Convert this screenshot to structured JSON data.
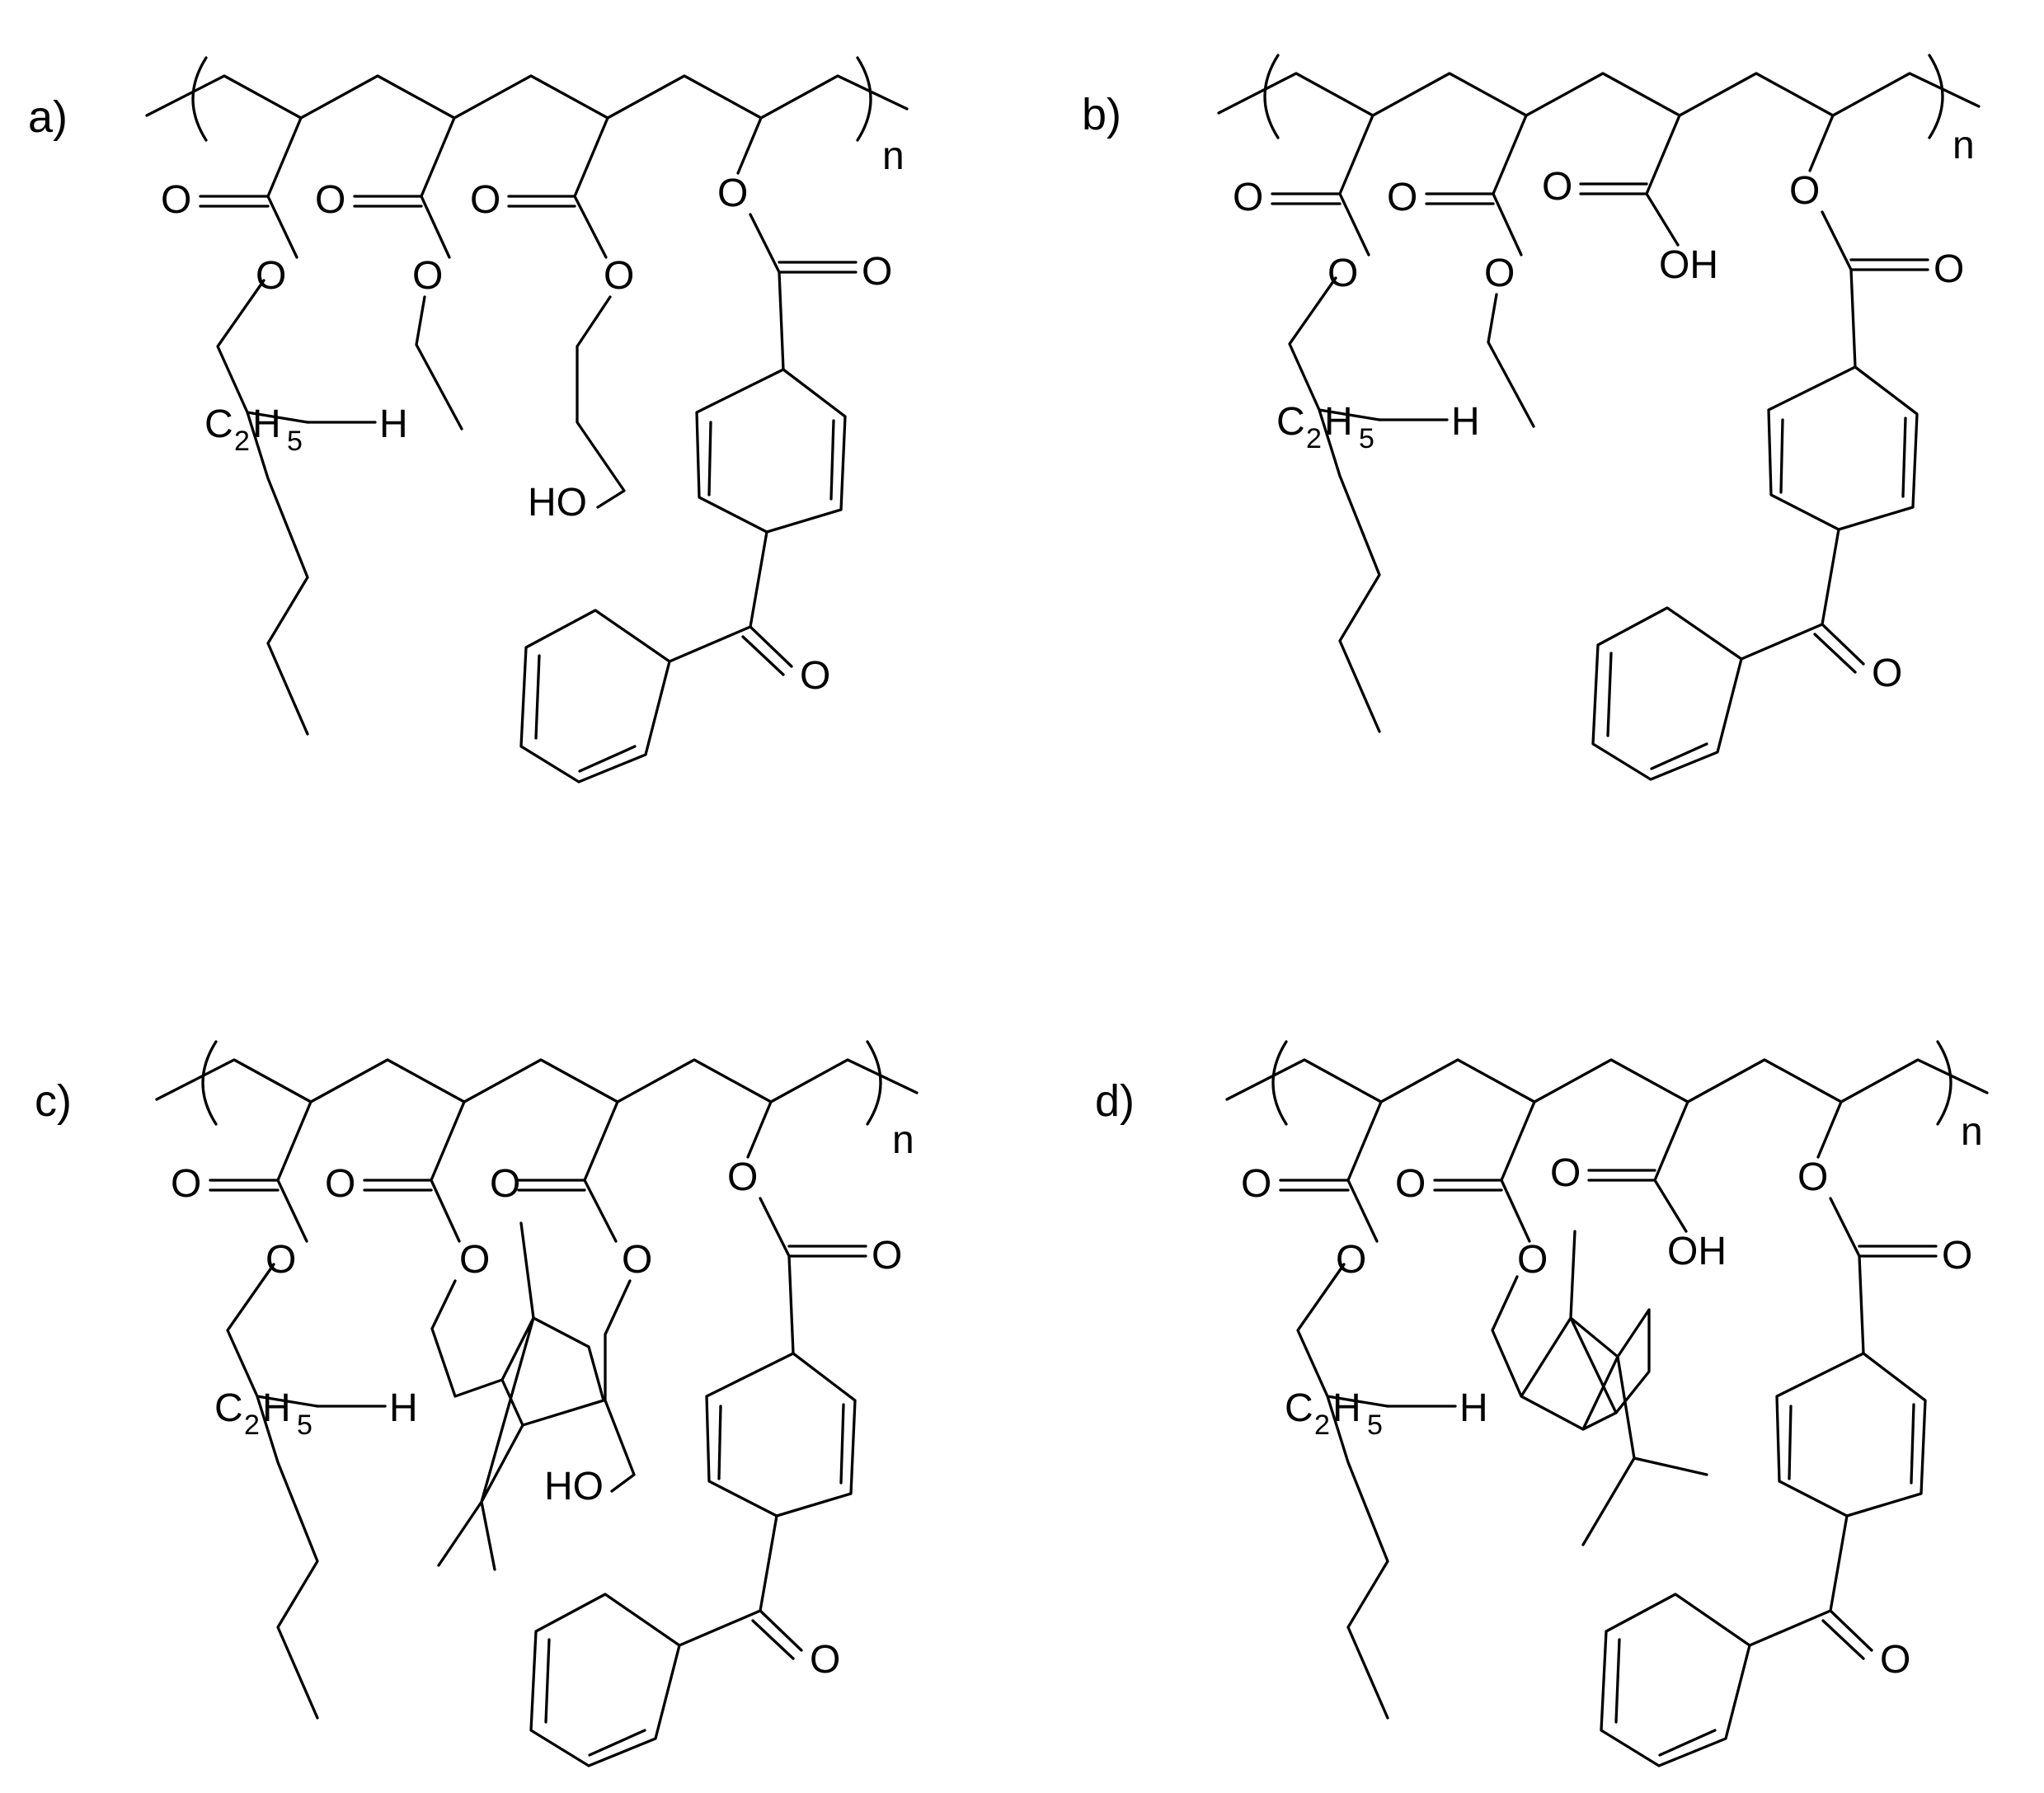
{
  "panels": [
    {
      "label": "a)",
      "repeat_label": "n",
      "labels": {
        "c1o1": "O",
        "c1o2": "O",
        "c2o1": "O",
        "c2o2": "O",
        "c3o1": "O",
        "c3o2": "O",
        "c3oh": "HO",
        "c4o1": "O",
        "c4o2": "O",
        "bk_o": "O",
        "c2h5_c": "C",
        "c2h5_2": "2",
        "c2h5_h": "H",
        "c2h5_5": "5",
        "h": "H"
      }
    },
    {
      "label": "b)",
      "repeat_label": "n",
      "labels": {
        "c1o1": "O",
        "c1o2": "O",
        "c2o1": "O",
        "c2o2": "O",
        "c3o1": "O",
        "c3oh": "OH",
        "c4o1": "O",
        "c4o2": "O",
        "bk_o": "O",
        "c2h5_c": "C",
        "c2h5_2": "2",
        "c2h5_h": "H",
        "c2h5_5": "5",
        "h": "H"
      }
    },
    {
      "label": "c)",
      "repeat_label": "n",
      "labels": {
        "c1o1": "O",
        "c1o2": "O",
        "c2o1": "O",
        "c2o2": "O",
        "c3o1": "O",
        "c3o2": "O",
        "c3oh": "HO",
        "c4o1": "O",
        "c4o2": "O",
        "bk_o": "O",
        "c2h5_c": "C",
        "c2h5_2": "2",
        "c2h5_h": "H",
        "c2h5_5": "5",
        "h": "H"
      }
    },
    {
      "label": "d)",
      "repeat_label": "n",
      "labels": {
        "c1o1": "O",
        "c1o2": "O",
        "c2o1": "O",
        "c2o2": "O",
        "c3o1": "O",
        "c3oh": "OH",
        "c4o1": "O",
        "c4o2": "O",
        "bk_o": "O",
        "c2h5_c": "C",
        "c2h5_2": "2",
        "c2h5_h": "H",
        "c2h5_5": "5",
        "h": "H"
      }
    }
  ]
}
